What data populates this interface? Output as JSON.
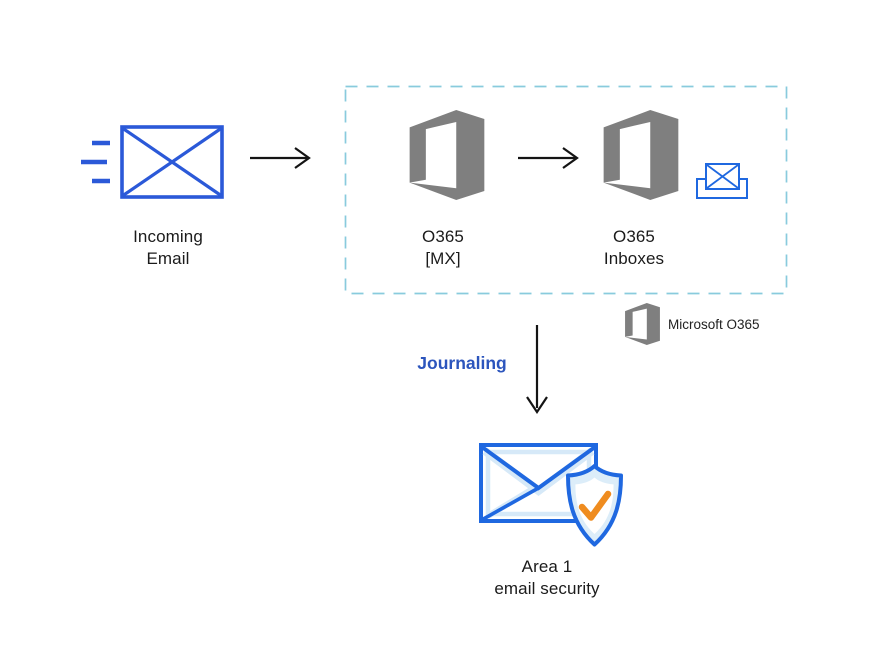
{
  "nodes": {
    "incoming_email": {
      "line1": "Incoming",
      "line2": "Email"
    },
    "o365_mx": {
      "line1": "O365",
      "line2": "[MX]"
    },
    "o365_inboxes": {
      "line1": "O365",
      "line2": "Inboxes"
    },
    "area1": {
      "line1": "Area 1",
      "line2": "email security"
    }
  },
  "labels": {
    "journaling": "Journaling"
  },
  "legend": {
    "label": "Microsoft O365"
  },
  "icons": {
    "speed_lines": "three horizontal motion dashes",
    "incoming_envelope": "blue outlined envelope with X fold",
    "office365_logo": "Microsoft Office angled-O logo",
    "inbox_tray": "small envelope sitting in inbox tray",
    "arrow_right": "thin black right arrow",
    "arrow_down": "thin black down arrow",
    "shield_check": "shield with orange checkmark over envelope"
  },
  "colors": {
    "envelope_blue": "#2b59d8",
    "area1_blue": "#1f68e0",
    "light_accent": "#d6e9f8",
    "shield_fill": "#dcedf9",
    "journaling_text": "#2c55bd",
    "dash_border": "#89cbdd",
    "office_gray": "#7f7f7f",
    "check_orange": "#ef8c1f",
    "arrow_ink": "#141414"
  }
}
